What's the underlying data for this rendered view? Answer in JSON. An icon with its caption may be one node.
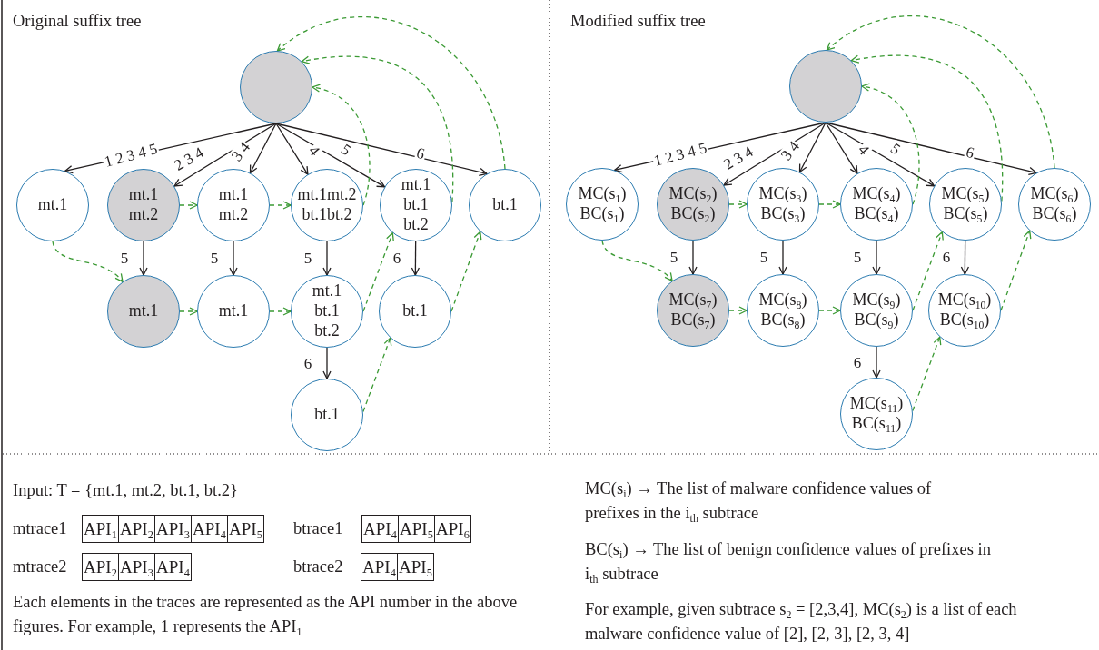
{
  "diagram": {
    "nodes": [
      {
        "text": [],
        "shape": "circle"
      },
      {
        "text": [
          "mt.1"
        ]
      },
      {
        "text": [
          "mt.1 mt.2"
        ]
      },
      {
        "text": [
          "mt.1 mt.2"
        ]
      },
      {
        "text": [
          "mt.1mt.2 bt.1bt.2"
        ]
      },
      {
        "text": [
          "mt.1 bt.1 bt.2"
        ]
      },
      {
        "text": [
          "bt.1"
        ]
      },
      {
        "text": [
          "mt.1"
        ]
      },
      {
        "text": [
          "mt.1"
        ]
      },
      {
        "text": [
          "mt.1 bt.1 bt.2"
        ]
      },
      {
        "text": [
          "bt.1"
        ]
      },
      {
        "text": [
          "bt.1"
        ]
      },
      {
        "text": [],
        "shape": "circle"
      },
      {
        "text": [
          "MC(s$_{1}$) BC(s$_{1}$)"
        ]
      },
      {
        "text": [
          "MC(s$_{2}$) BC(s$_{2}$)"
        ]
      },
      {
        "text": [
          "MC(s$_{3}$) BC(s$_{3}$)"
        ]
      },
      {
        "text": [
          "MC(s$_{4}$) BC(s$_{4}$)"
        ]
      },
      {
        "text": [
          "MC(s$_{5}$) BC(s$_{5}$)"
        ]
      },
      {
        "text": [
          "MC(s$_{6}$) BC(s$_{6}$)"
        ]
      },
      {
        "text": [
          "MC(s$_{7}$) BC(s$_{7}$)"
        ]
      },
      {
        "text": [
          "MC(s$_{8}$) BC(s$_{8}$)"
        ]
      },
      {
        "text": [
          "MC(s$_{9}$) BC(s$_{9}$)"
        ]
      },
      {
        "text": [
          "MC(s$_{10}$) BC(s$_{10}$)"
        ]
      },
      {
        "text": [
          "MC(s$_{11}$) BC(s$_{11}$)"
        ]
      }
    ],
    "edges": [
      {
        "from": 0,
        "to": 1,
        "arrow": "to",
        "label": "1 2 3 4 5"
      },
      {
        "from": 0,
        "to": 2,
        "arrow": "to",
        "label": "2 3 4"
      },
      {
        "from": 0,
        "to": 3,
        "arrow": "to",
        "label": "3 4"
      },
      {
        "from": 0,
        "to": 4,
        "arrow": "to",
        "label": "4"
      },
      {
        "from": 0,
        "to": 5,
        "arrow": "to",
        "label": "5"
      },
      {
        "from": 0,
        "to": 6,
        "arrow": "to",
        "label": "6"
      },
      {
        "from": 2,
        "to": 7,
        "arrow": "to",
        "label": "5"
      },
      {
        "from": 3,
        "to": 8,
        "arrow": "to",
        "label": "5"
      },
      {
        "from": 4,
        "to": 9,
        "arrow": "to",
        "label": "5"
      },
      {
        "from": 5,
        "to": 10,
        "arrow": "to",
        "label": "6"
      },
      {
        "from": 9,
        "to": 11,
        "arrow": "to",
        "label": "6"
      },
      {
        "from": 1,
        "to": 7,
        "arrow": "to",
        "style": "dashed",
        "color": "#3b9a34"
      },
      {
        "from": 2,
        "to": 3,
        "arrow": "to",
        "style": "dashed",
        "color": "#3b9a34"
      },
      {
        "from": 3,
        "to": 4,
        "arrow": "to",
        "style": "dashed",
        "color": "#3b9a34"
      },
      {
        "from": 7,
        "to": 8,
        "arrow": "to",
        "style": "dashed",
        "color": "#3b9a34"
      },
      {
        "from": 8,
        "to": 9,
        "arrow": "to",
        "style": "dashed",
        "color": "#3b9a34"
      },
      {
        "from": 9,
        "to": 5,
        "arrow": "to",
        "style": "dashed",
        "color": "#3b9a34"
      },
      {
        "from": 10,
        "to": 6,
        "arrow": "to",
        "style": "dashed",
        "color": "#3b9a34"
      },
      {
        "from": 11,
        "to": 10,
        "arrow": "to",
        "style": "dashed",
        "color": "#3b9a34"
      },
      {
        "from": 4,
        "to": 0,
        "arrow": "to",
        "style": "dashed",
        "color": "#3b9a34"
      },
      {
        "from": 5,
        "to": 0,
        "arrow": "to",
        "style": "dashed",
        "color": "#3b9a34"
      },
      {
        "from": 6,
        "to": 0,
        "arrow": "to",
        "style": "dashed",
        "color": "#3b9a34"
      },
      {
        "from": 12,
        "to": 13,
        "arrow": "to",
        "label": "1 2 3 4 5"
      },
      {
        "from": 12,
        "to": 14,
        "arrow": "to",
        "label": "2 3 4"
      },
      {
        "from": 12,
        "to": 15,
        "arrow": "to",
        "label": "3 4"
      },
      {
        "from": 12,
        "to": 16,
        "arrow": "to",
        "label": "4"
      },
      {
        "from": 12,
        "to": 17,
        "arrow": "to",
        "label": "5"
      },
      {
        "from": 12,
        "to": 18,
        "arrow": "to",
        "label": "6"
      },
      {
        "from": 14,
        "to": 19,
        "arrow": "to",
        "label": "5"
      },
      {
        "from": 15,
        "to": 20,
        "arrow": "to",
        "label": "5"
      },
      {
        "from": 16,
        "to": 21,
        "arrow": "to",
        "label": "5"
      },
      {
        "from": 17,
        "to": 22,
        "arrow": "to",
        "label": "6"
      },
      {
        "from": 21,
        "to": 23,
        "arrow": "to",
        "label": "6"
      },
      {
        "from": 13,
        "to": 19,
        "arrow": "to",
        "style": "dashed",
        "color": "#3b9a34"
      },
      {
        "from": 14,
        "to": 15,
        "arrow": "to",
        "style": "dashed",
        "color": "#3b9a34"
      },
      {
        "from": 15,
        "to": 16,
        "arrow": "to",
        "style": "dashed",
        "color": "#3b9a34"
      },
      {
        "from": 19,
        "to": 20,
        "arrow": "to",
        "style": "dashed",
        "color": "#3b9a34"
      },
      {
        "from": 20,
        "to": 21,
        "arrow": "to",
        "style": "dashed",
        "color": "#3b9a34"
      },
      {
        "from": 21,
        "to": 17,
        "arrow": "to",
        "style": "dashed",
        "color": "#3b9a34"
      },
      {
        "from": 22,
        "to": 18,
        "arrow": "to",
        "style": "dashed",
        "color": "#3b9a34"
      },
      {
        "from": 23,
        "to": 22,
        "arrow": "to",
        "style": "dashed",
        "color": "#3b9a34"
      },
      {
        "from": 16,
        "to": 12,
        "arrow": "to",
        "style": "dashed",
        "color": "#3b9a34"
      },
      {
        "from": 17,
        "to": 12,
        "arrow": "to",
        "style": "dashed",
        "color": "#3b9a34"
      },
      {
        "from": 18,
        "to": 12,
        "arrow": "to",
        "style": "dashed",
        "color": "#3b9a34"
      }
    ],
    "labels": [
      "Original suffix tree",
      "Modified suffix tree",
      "Input: T = {mt.1, mt.2, bt.1, bt.2}",
      "mtrace1",
      "API$_{1}$",
      "API$_{2}$",
      "API$_{3}$",
      "API$_{4}$",
      "API$_{5}$",
      "btrace1",
      "API$_{4}$",
      "API$_{5}$",
      "API$_{6}$",
      "mtrace2",
      "API$_{2}$",
      "API$_{3}$",
      "API$_{4}$",
      "btrace2",
      "API$_{4}$",
      "API$_{5}$",
      "Each elements in the traces are represented as the API number in the above figures. For example, 1 represents the API$_{1}$",
      "MC(s$_{i}$) → The list of malware confidence values of prefixes in the i$_{th}$ subtrace",
      "BC(s$_{i}$) → The list of benign confidence values of prefixes in i$_{th}$ subtrace",
      "For example, given subtrace s$_{2}$ = [2,3,4], MC(s$_{2}$) is a list of each malware confidence value of [2], [2, 3], [2, 3, 4]"
    ]
  }
}
